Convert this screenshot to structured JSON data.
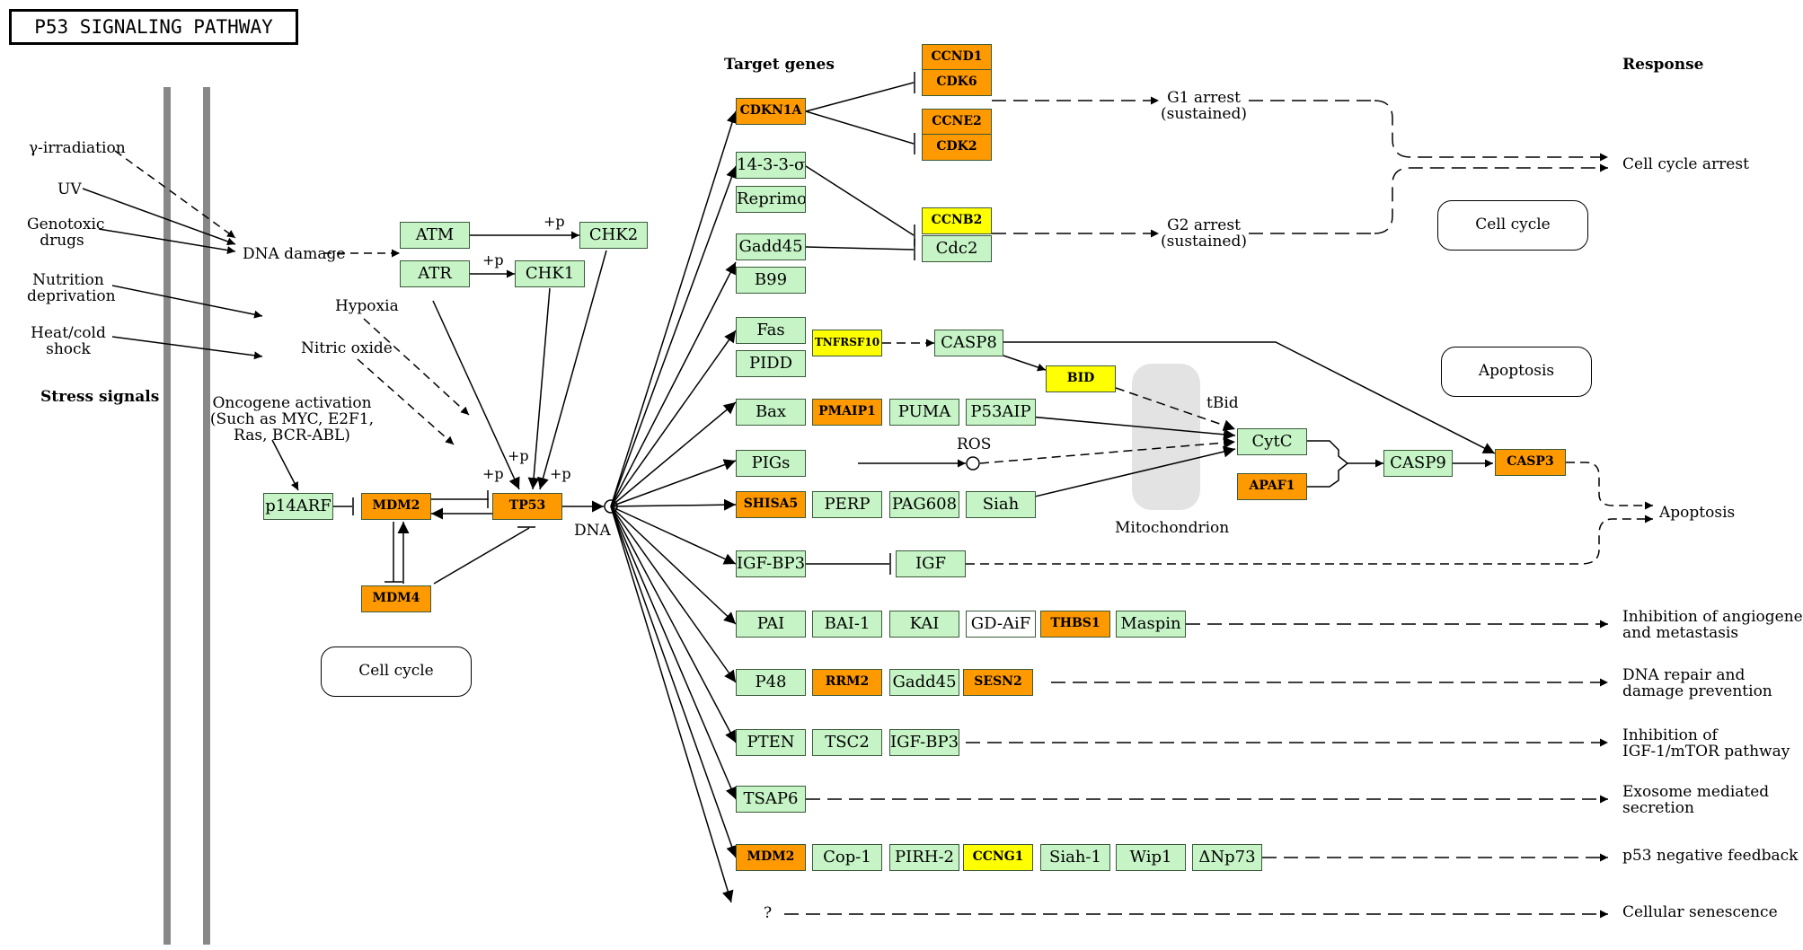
{
  "title": "P53 SIGNALING PATHWAY",
  "headers": {
    "target_genes": "Target genes",
    "response": "Response",
    "stress_signals": "Stress signals"
  },
  "stress": {
    "gamma": "γ-irradiation",
    "uv": "UV",
    "genotoxic_1": "Genotoxic",
    "genotoxic_2": "drugs",
    "nutrition_1": "Nutrition",
    "nutrition_2": "deprivation",
    "heat_1": "Heat/cold",
    "heat_2": "shock"
  },
  "labels": {
    "dna_damage": "DNA damage",
    "hypoxia": "Hypoxia",
    "nitric_oxide": "Nitric oxide",
    "oncogene_1": "Oncogene activation",
    "oncogene_2": "(Such as MYC, E2F1,",
    "oncogene_3": "Ras, BCR-ABL)",
    "dna": "DNA",
    "plus_p": "+p",
    "ros": "ROS",
    "tbid": "tBid",
    "mitochondrion": "Mitochondrion",
    "question": "?",
    "g1_arrest_1": "G1 arrest",
    "g1_arrest_2": "(sustained)",
    "g2_arrest_1": "G2 arrest",
    "g2_arrest_2": "(sustained)"
  },
  "pathways": {
    "cell_cycle_right": "Cell cycle",
    "apoptosis_box": "Apoptosis",
    "cell_cycle_left": "Cell cycle"
  },
  "responses": {
    "cell_cycle_arrest": "Cell cycle arrest",
    "apoptosis": "Apoptosis",
    "angio_1": "Inhibition of angiogenesis",
    "angio_2": "and metastasis",
    "dna_repair_1": "DNA repair and",
    "dna_repair_2": "damage prevention",
    "igf_1": "Inhibition of",
    "igf_2": "IGF-1/mTOR pathway",
    "exosome_1": "Exosome mediated",
    "exosome_2": "secretion",
    "feedback": "p53 negative feedback",
    "senescence": "Cellular senescence"
  },
  "genes": {
    "atm": "ATM",
    "chk2": "CHK2",
    "atr": "ATR",
    "chk1": "CHK1",
    "p14arf": "p14ARF",
    "mdm2": "MDM2",
    "tp53": "TP53",
    "mdm4": "MDM4",
    "cdkn1a": "CDKN1A",
    "ccnd1": "CCND1",
    "cdk6": "CDK6",
    "ccne2": "CCNE2",
    "cdk2": "CDK2",
    "s1433": "14-3-3-σ",
    "reprimo": "Reprimo",
    "ccnb2": "CCNB2",
    "cdc2": "Cdc2",
    "gadd45_a": "Gadd45",
    "b99": "B99",
    "fas": "Fas",
    "tnfrsf10": "TNFRSF10",
    "casp8": "CASP8",
    "pidd": "PIDD",
    "bid": "BID",
    "bax": "Bax",
    "pmaip1": "PMAIP1",
    "puma": "PUMA",
    "p53aip": "P53AIP",
    "pigs": "PIGs",
    "cytc": "CytC",
    "casp9": "CASP9",
    "casp3": "CASP3",
    "apaf1": "APAF1",
    "shisa5": "SHISA5",
    "perp": "PERP",
    "pag608": "PAG608",
    "siah": "Siah",
    "igfbp3_a": "IGF-BP3",
    "igf": "IGF",
    "pai": "PAI",
    "bai1": "BAI-1",
    "kai": "KAI",
    "gdaif": "GD-AiF",
    "thbs1": "THBS1",
    "maspin": "Maspin",
    "p48": "P48",
    "rrm2": "RRM2",
    "gadd45_b": "Gadd45",
    "sesn2": "SESN2",
    "pten": "PTEN",
    "tsc2": "TSC2",
    "igfbp3_b": "IGF-BP3",
    "tsap6": "TSAP6",
    "mdm2_b": "MDM2",
    "cop1": "Cop-1",
    "pirh2": "PIRH-2",
    "ccng1": "CCNG1",
    "siah1": "Siah-1",
    "wip1": "Wip1",
    "dnp73": "ΔNp73"
  },
  "colors": {
    "green": "#c6f4c6",
    "orange": "#ff9900",
    "yellow": "#ffff00",
    "membrane": "#888888"
  }
}
